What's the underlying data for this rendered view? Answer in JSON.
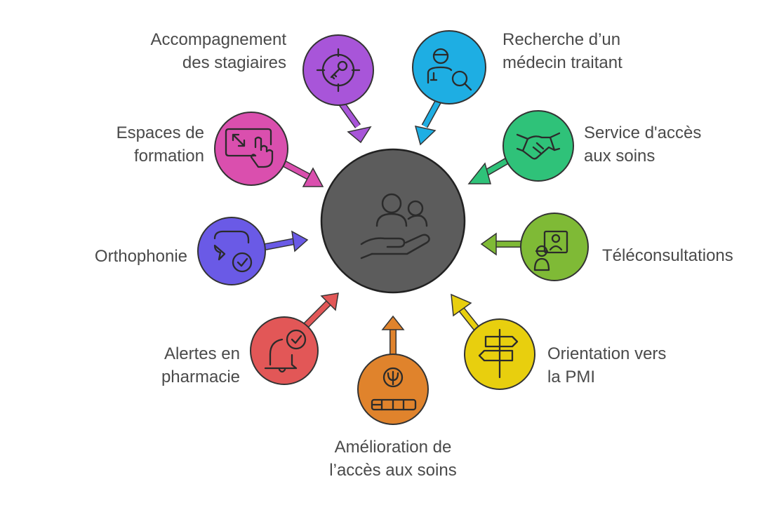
{
  "center": {
    "icon": "people-in-hand-icon",
    "color": "#5c5c5c"
  },
  "nodes": [
    {
      "id": "accompagnement",
      "label": "Accompagnement\ndes stagiaires",
      "color": "#a855d9",
      "icon": "target-key-icon"
    },
    {
      "id": "recherche",
      "label": "Recherche d’un\nmédecin traitant",
      "color": "#1eaee3",
      "icon": "doctor-search-icon"
    },
    {
      "id": "service",
      "label": "Service d'accès\naux soins",
      "color": "#2fc279",
      "icon": "handshake-icon"
    },
    {
      "id": "teleconsultations",
      "label": "Téléconsultations",
      "color": "#7fba36",
      "icon": "video-call-icon"
    },
    {
      "id": "orientation",
      "label": "Orientation vers\nla PMI",
      "color": "#e8cf0e",
      "icon": "signpost-icon"
    },
    {
      "id": "amelioration",
      "label": "Amélioration de\nl’accès aux soins",
      "color": "#e0832c",
      "icon": "psychology-books-icon"
    },
    {
      "id": "alertes",
      "label": "Alertes en\npharmacie",
      "color": "#e25757",
      "icon": "bell-check-icon"
    },
    {
      "id": "orthophonie",
      "label": "Orthophonie",
      "color": "#6a5ae6",
      "icon": "speech-bubble-check-icon"
    },
    {
      "id": "espaces",
      "label": "Espaces de\nformation",
      "color": "#da4fae",
      "icon": "touch-screen-icon"
    }
  ]
}
